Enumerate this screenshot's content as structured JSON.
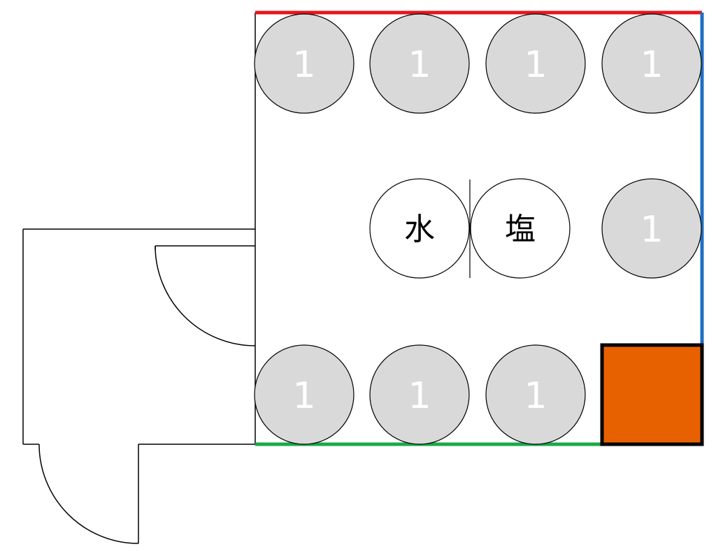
{
  "diagram": {
    "wall_colors": {
      "top": "#e8141c",
      "right": "#1f6fc1",
      "bottom": "#1aa84a"
    },
    "circle_fill": "#d9d9d9",
    "circle_label_color": "#ffffff",
    "corner_block_fill": "#e86100",
    "numbered_circles": [
      {
        "id": "c1",
        "label": "1"
      },
      {
        "id": "c2",
        "label": "1"
      },
      {
        "id": "c3",
        "label": "1"
      },
      {
        "id": "c4",
        "label": "1"
      },
      {
        "id": "c5",
        "label": "1"
      },
      {
        "id": "c6",
        "label": "1"
      },
      {
        "id": "c7",
        "label": "1"
      },
      {
        "id": "c8",
        "label": "1"
      }
    ],
    "center_circles": {
      "water": "水",
      "salt": "塩"
    }
  }
}
